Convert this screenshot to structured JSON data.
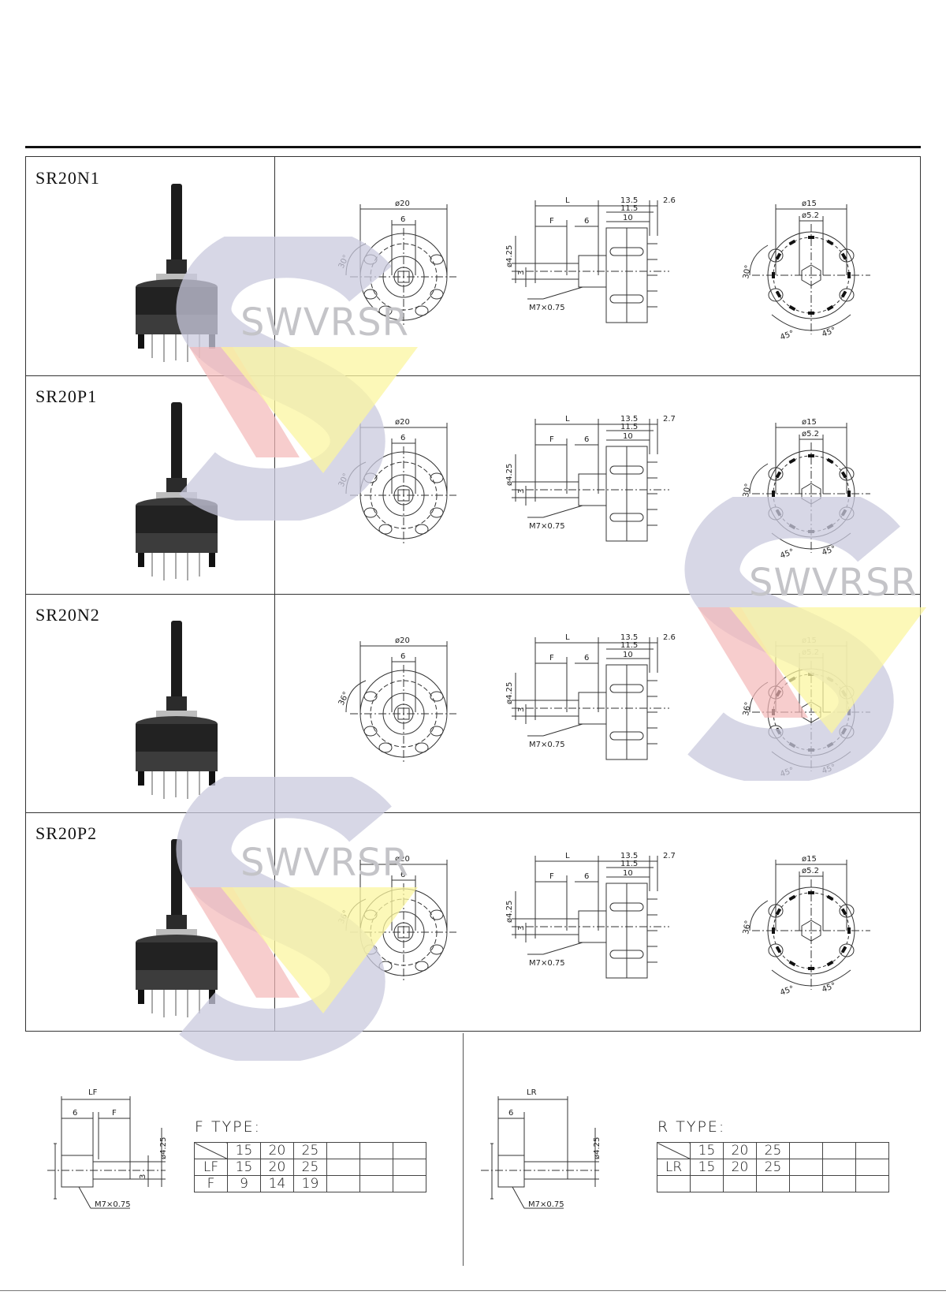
{
  "products": [
    {
      "model": "SR20N1",
      "dims": {
        "d_outer": "ø20",
        "w6": "6",
        "angle": "30°",
        "L": "L",
        "F": "F",
        "s6": "6",
        "d135": "13.5",
        "d115": "11.5",
        "d10": "10",
        "tip": "2.6",
        "shaft": "ø4.25",
        "flat": "3",
        "thread": "M7×0.75",
        "d15": "ø15",
        "d52": "ø5.2",
        "a1": "30°",
        "a45l": "45°",
        "a45r": "45°"
      }
    },
    {
      "model": "SR20P1",
      "dims": {
        "d_outer": "ø20",
        "w6": "6",
        "angle": "30°",
        "L": "L",
        "F": "F",
        "s6": "6",
        "d135": "13.5",
        "d115": "11.5",
        "d10": "10",
        "tip": "2.7",
        "shaft": "ø4.25",
        "flat": "3",
        "thread": "M7×0.75",
        "d15": "ø15",
        "d52": "ø5.2",
        "a1": "30°",
        "a45l": "45°",
        "a45r": "45°"
      }
    },
    {
      "model": "SR20N2",
      "dims": {
        "d_outer": "ø20",
        "w6": "6",
        "angle": "36°",
        "L": "L",
        "F": "F",
        "s6": "6",
        "d135": "13.5",
        "d115": "11.5",
        "d10": "10",
        "tip": "2.6",
        "shaft": "ø4.25",
        "flat": "3",
        "thread": "M7×0.75",
        "d15": "ø15",
        "d52": "ø5.2",
        "a1": "36°",
        "a45l": "45°",
        "a45r": "45°"
      }
    },
    {
      "model": "SR20P2",
      "dims": {
        "d_outer": "ø20",
        "w6": "6",
        "angle": "36°",
        "L": "L",
        "F": "F",
        "s6": "6",
        "d135": "13.5",
        "d115": "11.5",
        "d10": "10",
        "tip": "2.7",
        "shaft": "ø4.25",
        "flat": "3",
        "thread": "M7×0.75",
        "d15": "ø15",
        "d52": "ø5.2",
        "a1": "36°",
        "a45l": "45°",
        "a45r": "45°"
      }
    }
  ],
  "watermark": {
    "text": "SWVRSR",
    "colors": {
      "ring": "#c9c9de",
      "red": "#f4b8b8",
      "yellow": "#fbf6a0"
    }
  },
  "f_type": {
    "title": "F TYPE:",
    "drawing": {
      "LF": "LF",
      "six": "6",
      "F": "F",
      "shaft": "ø4.25",
      "flat": "3",
      "thread": "M7×0.75"
    },
    "rows": [
      [
        "",
        "15",
        "20",
        "25",
        "",
        "",
        ""
      ],
      [
        "LF",
        "15",
        "20",
        "25",
        "",
        "",
        ""
      ],
      [
        "F",
        "9",
        "14",
        "19",
        "",
        "",
        ""
      ]
    ]
  },
  "r_type": {
    "title": "R TYPE:",
    "drawing": {
      "LR": "LR",
      "six": "6",
      "shaft": "ø4.25",
      "thread": "M7×0.75"
    },
    "rows": [
      [
        "",
        "15",
        "20",
        "25",
        "",
        "",
        ""
      ],
      [
        "LR",
        "15",
        "20",
        "25",
        "",
        "",
        ""
      ],
      [
        "",
        "",
        "",
        "",
        "",
        "",
        ""
      ]
    ]
  }
}
